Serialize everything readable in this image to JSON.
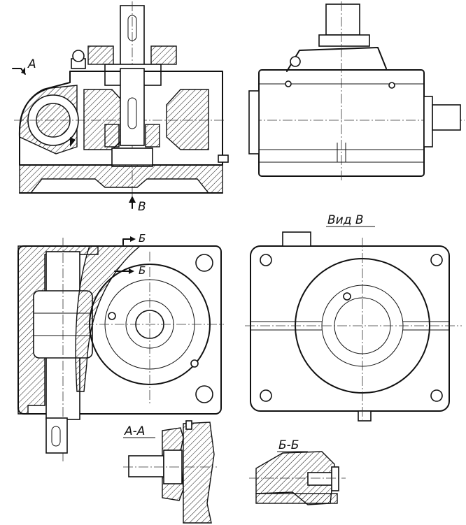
{
  "labels": {
    "section_aa_top": "A",
    "view_arrow_b": "B",
    "view_b_title": "Вид B",
    "section_bb_marker_upper": "Б",
    "section_bb_marker_lower": "Б",
    "section_aa_title": "A-A",
    "section_bb_title": "Б-Б"
  },
  "colors": {
    "ink": "#111111",
    "paper": "#ffffff"
  }
}
